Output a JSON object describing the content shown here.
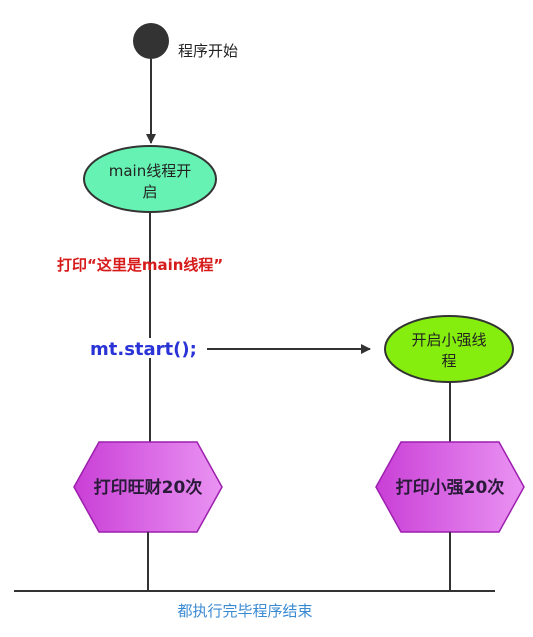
{
  "start": {
    "label": "程序开始"
  },
  "main_node": {
    "line1": "main线程开",
    "line2": "启"
  },
  "print_main": {
    "text": "打印“这里是main线程”"
  },
  "call": {
    "text": "mt.start();"
  },
  "thread_node": {
    "line1": "开启小强线",
    "line2": "程"
  },
  "hex_left": {
    "label": "打印旺财20次"
  },
  "hex_right": {
    "label": "打印小强20次"
  },
  "end": {
    "label": "都执行完毕程序结束"
  },
  "colors": {
    "main_fill": "#66f2b3",
    "thread_fill": "#86ee0e",
    "hex_fill_start": "#c93fd6",
    "hex_fill_end": "#e88ef2",
    "print_text": "#d71a1a",
    "call_text": "#2a33d6",
    "end_text": "#3a8ad2",
    "line": "#333333"
  }
}
